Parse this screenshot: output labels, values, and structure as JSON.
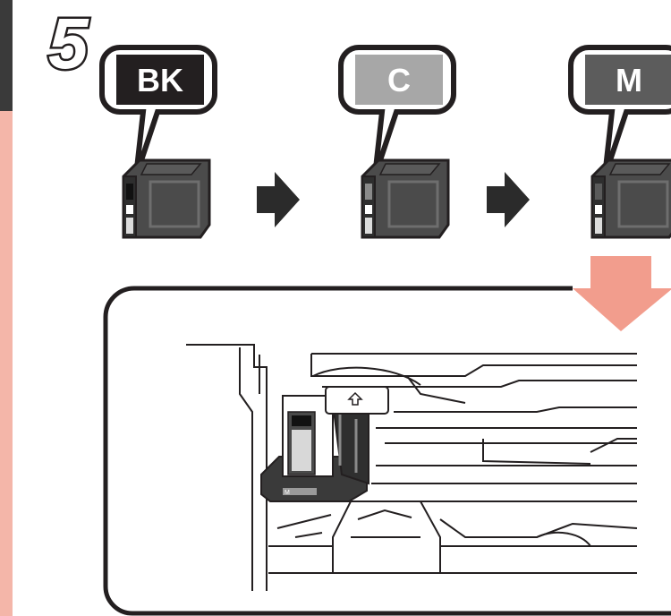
{
  "step": {
    "number": "5"
  },
  "cartridges": [
    {
      "label": "BK",
      "swatch": "#231f20"
    },
    {
      "label": "C",
      "swatch": "#a7a7a7"
    },
    {
      "label": "M",
      "swatch": "#5c5c5c"
    }
  ],
  "cartridge_mark": "M",
  "colors": {
    "accent_arrow": "#f29d8d",
    "sidebar": "#f4b6a9",
    "outline": "#231f20",
    "arrow": "#2b2b2b"
  },
  "icons": [
    "right-arrow-icon",
    "down-arrow-icon",
    "up-arrow-icon"
  ]
}
